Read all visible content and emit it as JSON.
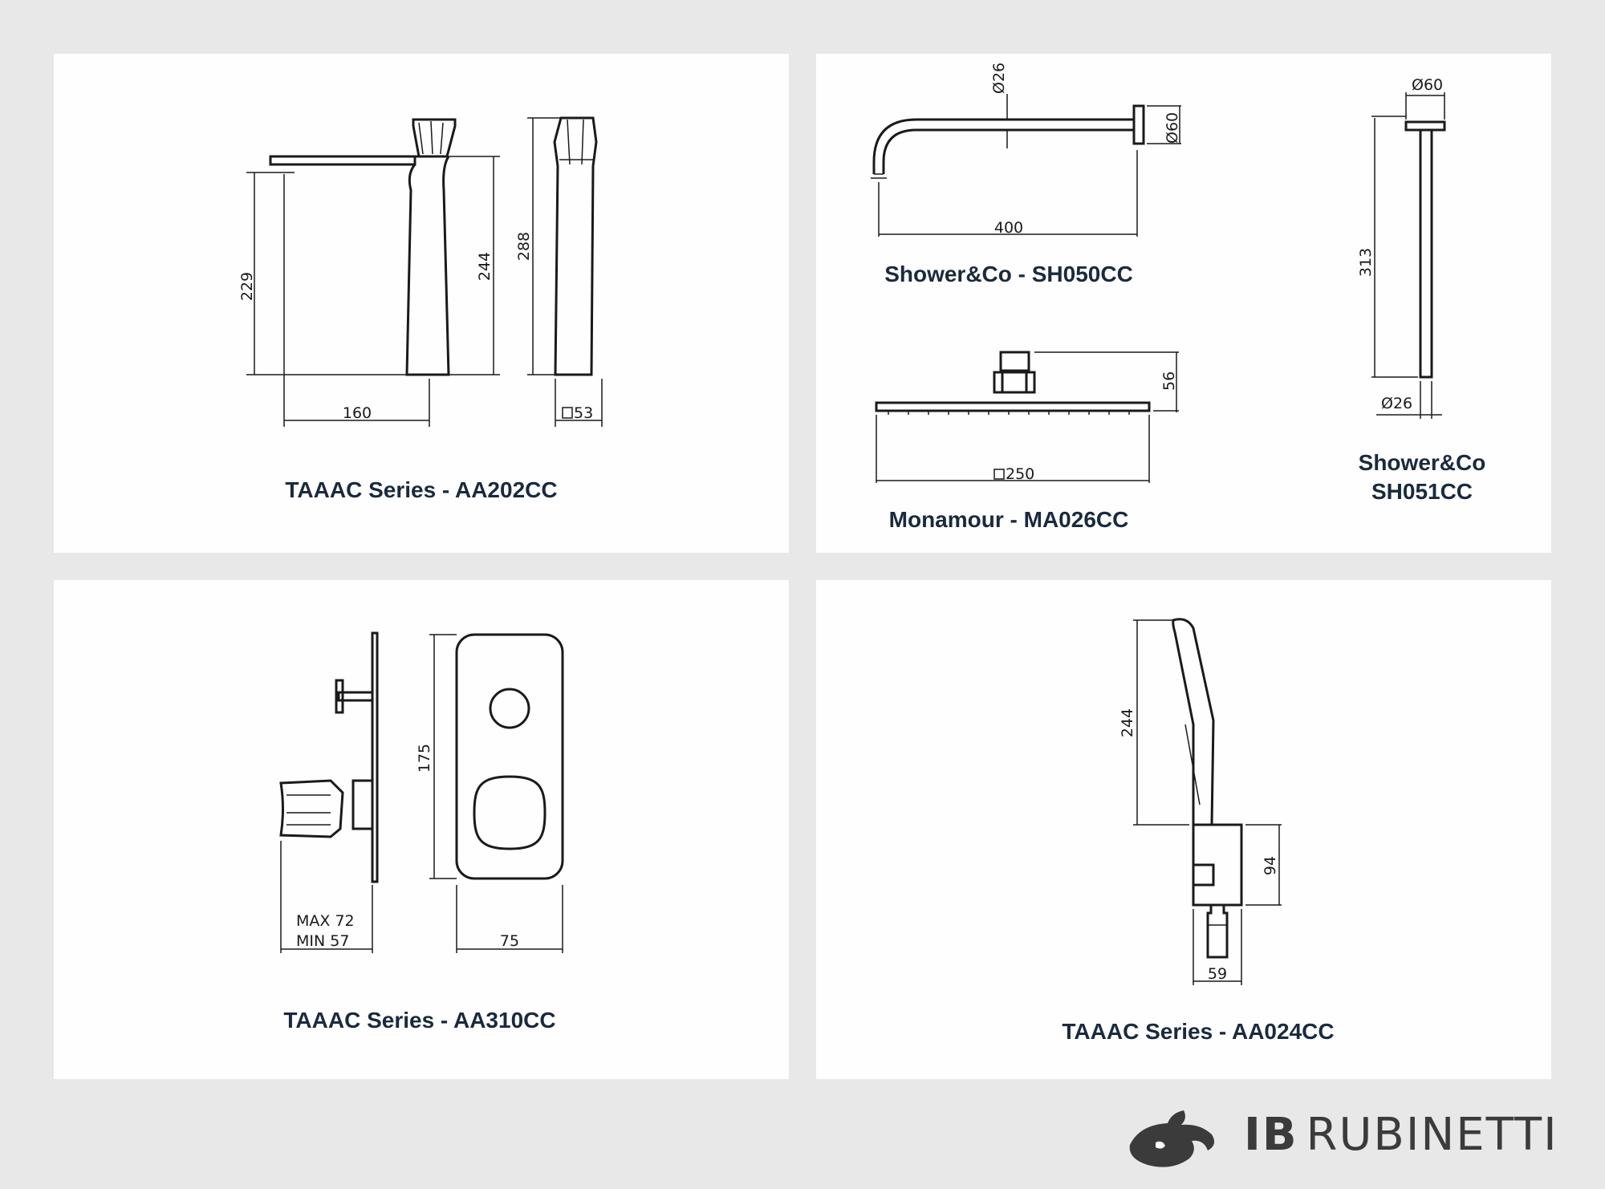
{
  "panels": [
    {
      "caption": "TAAAC Series - AA202CC",
      "dims": {
        "height_left": "229",
        "height_mid": "244",
        "height_right": "288",
        "width": "160",
        "square": "53"
      }
    },
    {
      "caption_arm": "Shower&Co - SH050CC",
      "caption_head": "Monamour - MA026CC",
      "caption_ceiling_line1": "Shower&Co",
      "caption_ceiling_line2": "SH051CC",
      "dims": {
        "arm_dia": "26",
        "flange_dia": "60",
        "arm_length": "400",
        "head_height": "56",
        "head_square": "250",
        "ceil_flange": "60",
        "ceil_length": "313",
        "ceil_pipe": "26"
      }
    },
    {
      "caption": "TAAAC Series - AA310CC",
      "dims": {
        "height": "175",
        "depth_max": "MAX 72",
        "depth_min": "MIN 57",
        "width": "75"
      }
    },
    {
      "caption": "TAAAC Series - AA024CC",
      "dims": {
        "handle_height": "244",
        "bracket_height": "94",
        "bracket_width": "59"
      }
    }
  ],
  "logo": {
    "prefix": "IB",
    "name": "RUBINETTI",
    "icon": "brand-splash-icon"
  },
  "colors": {
    "background": "#e8e8e8",
    "panel": "#fefefe",
    "caption": "#1a2a3d",
    "line": "#1a1a1a",
    "logo": "#3b3b3b"
  }
}
